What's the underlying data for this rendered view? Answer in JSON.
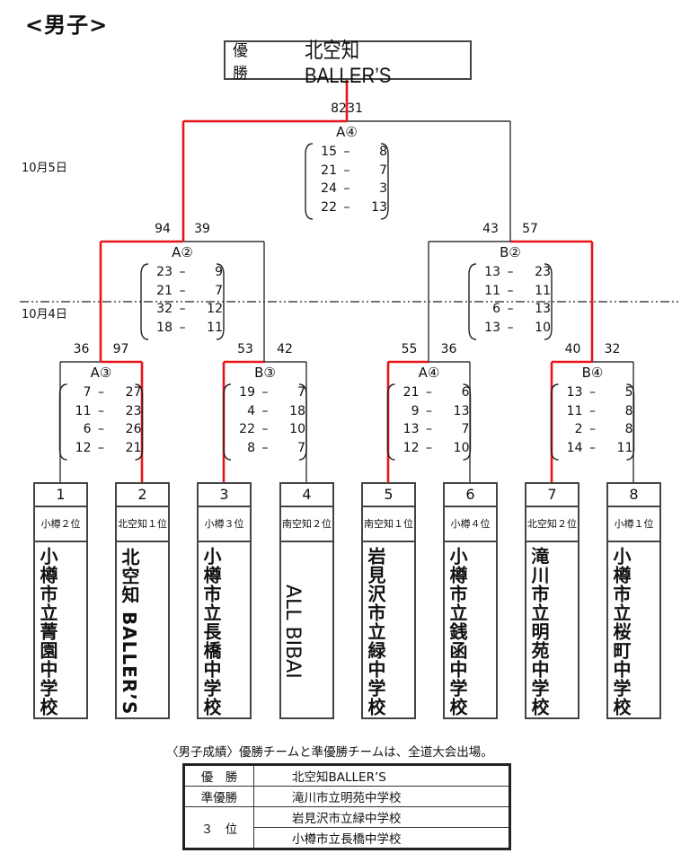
{
  "title": "<男子>",
  "champion": {
    "label": "優　勝",
    "team": "北空知BALLER’S"
  },
  "dates": {
    "day2": "10月5日",
    "day1": "10月4日"
  },
  "colors": {
    "winner_line": "#e8141a",
    "line": "#333333"
  },
  "matches": {
    "final": {
      "label": "A④",
      "left_score": "82",
      "right_score": "31",
      "sets": [
        [
          "15",
          "8"
        ],
        [
          "21",
          "7"
        ],
        [
          "24",
          "3"
        ],
        [
          "22",
          "13"
        ]
      ],
      "winner": "left"
    },
    "semi_left": {
      "label": "A②",
      "left_score": "94",
      "right_score": "39",
      "sets": [
        [
          "23",
          "9"
        ],
        [
          "21",
          "7"
        ],
        [
          "32",
          "12"
        ],
        [
          "18",
          "11"
        ]
      ],
      "winner": "left"
    },
    "semi_right": {
      "label": "B②",
      "left_score": "43",
      "right_score": "57",
      "sets": [
        [
          "13",
          "23"
        ],
        [
          "11",
          "11"
        ],
        [
          "6",
          "13"
        ],
        [
          "13",
          "10"
        ]
      ],
      "winner": "right"
    },
    "qf1": {
      "label": "A③",
      "left_score": "36",
      "right_score": "97",
      "sets": [
        [
          "7",
          "27"
        ],
        [
          "11",
          "23"
        ],
        [
          "6",
          "26"
        ],
        [
          "12",
          "21"
        ]
      ],
      "winner": "right"
    },
    "qf2": {
      "label": "B③",
      "left_score": "53",
      "right_score": "42",
      "sets": [
        [
          "19",
          "7"
        ],
        [
          "4",
          "18"
        ],
        [
          "22",
          "10"
        ],
        [
          "8",
          "7"
        ]
      ],
      "winner": "left"
    },
    "qf3": {
      "label": "A④",
      "left_score": "55",
      "right_score": "36",
      "sets": [
        [
          "21",
          "6"
        ],
        [
          "9",
          "13"
        ],
        [
          "13",
          "7"
        ],
        [
          "12",
          "10"
        ]
      ],
      "winner": "left"
    },
    "qf4": {
      "label": "B④",
      "left_score": "40",
      "right_score": "32",
      "sets": [
        [
          "13",
          "5"
        ],
        [
          "11",
          "8"
        ],
        [
          "2",
          "8"
        ],
        [
          "14",
          "11"
        ]
      ],
      "winner": "left"
    }
  },
  "teams": [
    {
      "num": "1",
      "rank": "小樽２位",
      "name": "小樽市立菁園中学校"
    },
    {
      "num": "2",
      "rank": "北空知１位",
      "name": "北空知 BALLER’S"
    },
    {
      "num": "3",
      "rank": "小樽３位",
      "name": "小樽市立長橋中学校"
    },
    {
      "num": "4",
      "rank": "南空知２位",
      "name": "ALL BIBAI"
    },
    {
      "num": "5",
      "rank": "南空知１位",
      "name": "岩見沢市立緑中学校"
    },
    {
      "num": "6",
      "rank": "小樽４位",
      "name": "小樽市立銭函中学校"
    },
    {
      "num": "7",
      "rank": "北空知２位",
      "name": "滝川市立明苑中学校"
    },
    {
      "num": "8",
      "rank": "小樽１位",
      "name": "小樽市立桜町中学校"
    }
  ],
  "results": {
    "note": "〈男子成績〉優勝チームと準優勝チームは、全道大会出場。",
    "rows": [
      {
        "label": "優　勝",
        "team": "北空知BALLER’S"
      },
      {
        "label": "準優勝",
        "team": "滝川市立明苑中学校"
      },
      {
        "label": "３　位",
        "team": "岩見沢市立緑中学校"
      },
      {
        "label": "",
        "team": "小樽市立長橋中学校"
      }
    ]
  }
}
